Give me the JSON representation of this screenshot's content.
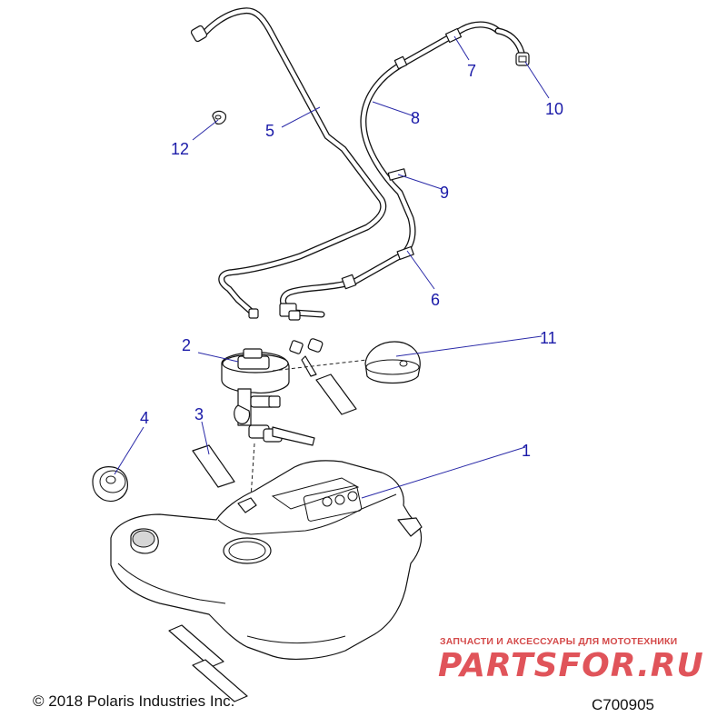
{
  "diagram": {
    "callouts": [
      {
        "id": "1",
        "label": "1"
      },
      {
        "id": "2",
        "label": "2"
      },
      {
        "id": "3",
        "label": "3"
      },
      {
        "id": "4",
        "label": "4"
      },
      {
        "id": "5",
        "label": "5"
      },
      {
        "id": "6",
        "label": "6"
      },
      {
        "id": "7",
        "label": "7"
      },
      {
        "id": "8",
        "label": "8"
      },
      {
        "id": "9",
        "label": "9"
      },
      {
        "id": "10",
        "label": "10"
      },
      {
        "id": "11",
        "label": "11"
      },
      {
        "id": "12",
        "label": "12"
      }
    ],
    "colors": {
      "callout": "#1a1aa8",
      "line": "#111111",
      "watermark": "#e0545a"
    }
  },
  "footer": {
    "copyright": "© 2018 Polaris Industries Inc.",
    "drawing_id": "C700905"
  },
  "watermark": {
    "tagline": "ЗАПЧАСТИ И АКСЕССУАРЫ ДЛЯ МОТОТЕХНИКИ",
    "logo": "PARTSFOR.RU"
  }
}
